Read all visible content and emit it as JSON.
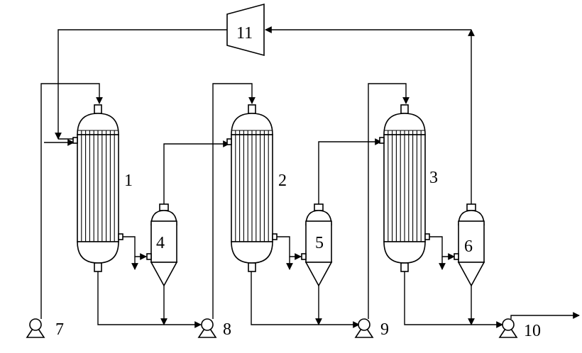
{
  "diagram": {
    "evaporators": [
      {
        "id": "evaporator-1",
        "label": "1"
      },
      {
        "id": "evaporator-2",
        "label": "2"
      },
      {
        "id": "evaporator-3",
        "label": "3"
      }
    ],
    "separators": [
      {
        "id": "separator-4",
        "label": "4"
      },
      {
        "id": "separator-5",
        "label": "5"
      },
      {
        "id": "separator-6",
        "label": "6"
      }
    ],
    "pumps": [
      {
        "id": "pump-7",
        "label": "7"
      },
      {
        "id": "pump-8",
        "label": "8"
      },
      {
        "id": "pump-9",
        "label": "9"
      },
      {
        "id": "pump-10",
        "label": "10"
      }
    ],
    "compressor": {
      "label": "11"
    }
  }
}
